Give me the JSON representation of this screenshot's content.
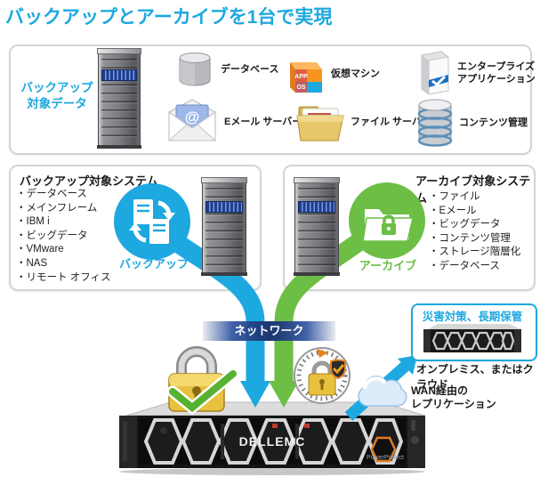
{
  "title": "バックアップとアーカイブを1台で実現",
  "colors": {
    "blue": "#1EA8E0",
    "green": "#6CBE45",
    "navy_bar": "#16306B",
    "gold": "#E3B83A",
    "orange": "#E8821E"
  },
  "backup_data_box": {
    "label_line1": "バックアップ",
    "label_line2": "対象データ",
    "items": [
      {
        "icon": "database-icon",
        "label": "データベース"
      },
      {
        "icon": "virtual-machine-icon",
        "label": "仮想マシン",
        "glyph_app": "APP",
        "glyph_os": "OS"
      },
      {
        "icon": "enterprise-app-icon",
        "label": "エンタープライズ",
        "label2": "アプリケーション"
      },
      {
        "icon": "email-server-icon",
        "label": "Eメール サーバー",
        "glyph": "@"
      },
      {
        "icon": "file-server-icon",
        "label": "ファイル サーバー"
      },
      {
        "icon": "content-management-icon",
        "label": "コンテンツ管理"
      }
    ]
  },
  "backup_system_box": {
    "header": "バックアップ対象システム",
    "items": [
      "・データベース",
      "・メインフレーム",
      "・IBM i",
      "・ビッグデータ",
      "・VMware",
      "・NAS",
      "・リモート オフィス"
    ],
    "badge": "バックアップ",
    "badge_icon": "document-sync-icon"
  },
  "archive_system_box": {
    "header": "アーカイブ対象システム",
    "items": [
      "・ファイル",
      "・Eメール",
      "・ビッグデータ",
      "・コンテンツ管理",
      "・ストレージ階層化",
      "・データベース"
    ],
    "badge": "アーカイブ",
    "badge_icon": "locked-folder-icon"
  },
  "network_label": "ネットワーク",
  "security_icons": {
    "left": "padlock-check-icon",
    "right": "retention-dial-lock-icon"
  },
  "dr_box": {
    "title": "災害対策、長期保管",
    "icon": "rack-server-image"
  },
  "annotations": {
    "onprem": "オンプレミス、またはクラウド",
    "wan_line1": "WAN経由の",
    "wan_line2": "レプリケーション",
    "cloud_icon": "cloud-icon"
  },
  "appliance": {
    "brand": "DELLEMC",
    "badge": "PowerProtect"
  }
}
